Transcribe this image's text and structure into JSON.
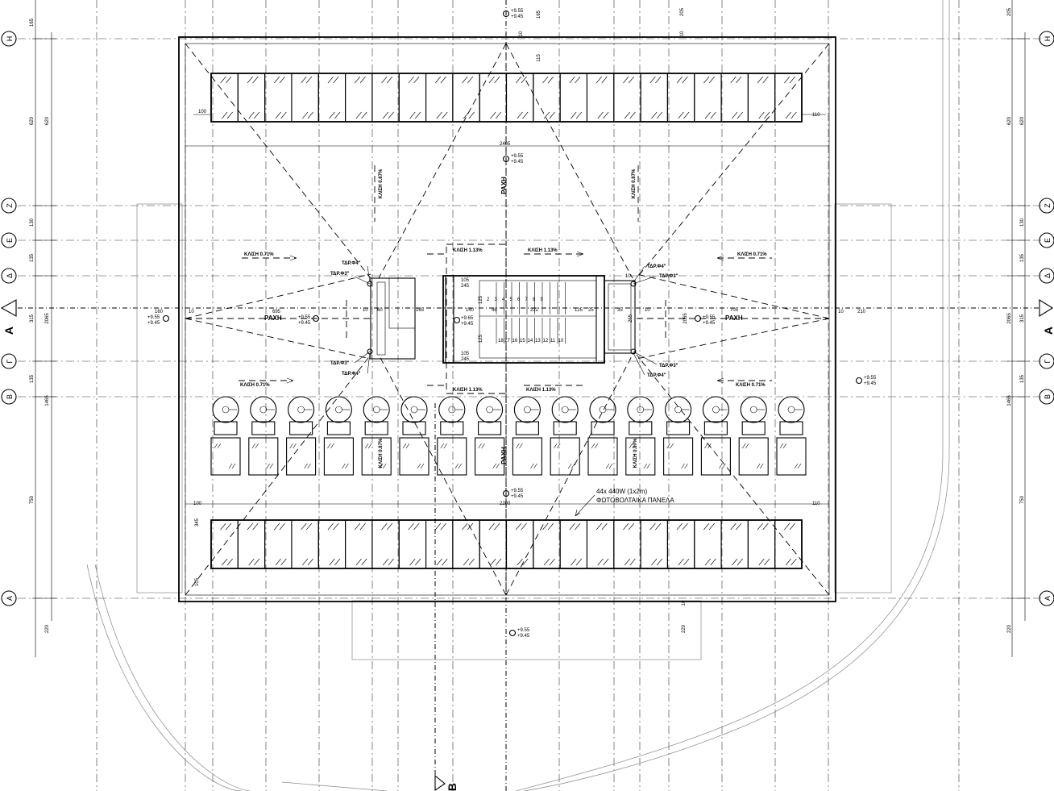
{
  "axes": {
    "horizontal": [
      "Η",
      "Ζ",
      "Ε",
      "Δ",
      "Γ",
      "Β",
      "Α"
    ],
    "section": "Α"
  },
  "dims_left": [
    "165",
    "620",
    "130",
    "135",
    "315",
    "2065",
    "135",
    "1465",
    "750",
    "220"
  ],
  "dims_right": [
    "205",
    "620",
    "130",
    "135",
    "315",
    "2065",
    "135",
    "1465",
    "750",
    "220"
  ],
  "dims_top": [
    "10",
    "165",
    "115",
    "205",
    "10"
  ],
  "dims_inner": {
    "top_panel_left": "100",
    "top_panel_right": "110",
    "top_span": "2405",
    "bottom_panel_left": "100",
    "bottom_panel_right": "110",
    "bottom_span": "2200",
    "panel_depth": "345",
    "bottom_edge": "105",
    "left_len": "695",
    "right_len": "705",
    "left_10": "10",
    "left_160": "160",
    "right_10": "10",
    "right_210": "210",
    "core_60": "60",
    "core_165": "165",
    "core_140": "140",
    "core_46": "46",
    "core_222": "222",
    "core_125": "125",
    "core_25": "25",
    "core_35": "35",
    "core_265": "265",
    "core_105a": "105",
    "core_245a": "245",
    "core_105b": "105",
    "core_245b": "245",
    "core_125b": "125",
    "core_125c": "125",
    "core_2065": "2065",
    "bottom_10": "10",
    "bottom_220": "220"
  },
  "levels": {
    "top": [
      "+9.55",
      "+9.45"
    ],
    "upper": [
      "+9.55",
      "+9.45"
    ],
    "left_edge": [
      "+9.55",
      "+9.45"
    ],
    "left_inner": [
      "+9.55",
      "+9.45"
    ],
    "core": [
      "+9.65",
      "+9.45"
    ],
    "right_inner": [
      "+9.55",
      "+9.45"
    ],
    "right_edge": [
      "+9.55",
      "+9.45"
    ],
    "lower": [
      "+9.55",
      "+9.45"
    ],
    "bottom": [
      "+9.55",
      "+9.45"
    ]
  },
  "labels": {
    "ridge": "ΡΑΧΗ",
    "slope_071": "ΚΛΙΣΗ 0.71%",
    "slope_087": "ΚΛΙΣΗ 0.87%",
    "slope_113": "ΚΛΙΣΗ 1.13%",
    "drain_a": "ΤΔΡ.Φ4\"",
    "drain_b": "ΤΔΡ.Φ3\"",
    "panels_count": "44x 440W (1x2m)",
    "panels_title": "ΦΩΤΟΒΟΛΤΑΙΚΑ ΠΑΝΕΛΑ",
    "section_b": "Β",
    "stair_up": [
      "2",
      "3",
      "4",
      "5",
      "6",
      "7",
      "8",
      "9"
    ],
    "stair_down": [
      "17",
      "16",
      "15",
      "14",
      "13",
      "12",
      "11",
      "10"
    ],
    "stair_18": "18"
  }
}
